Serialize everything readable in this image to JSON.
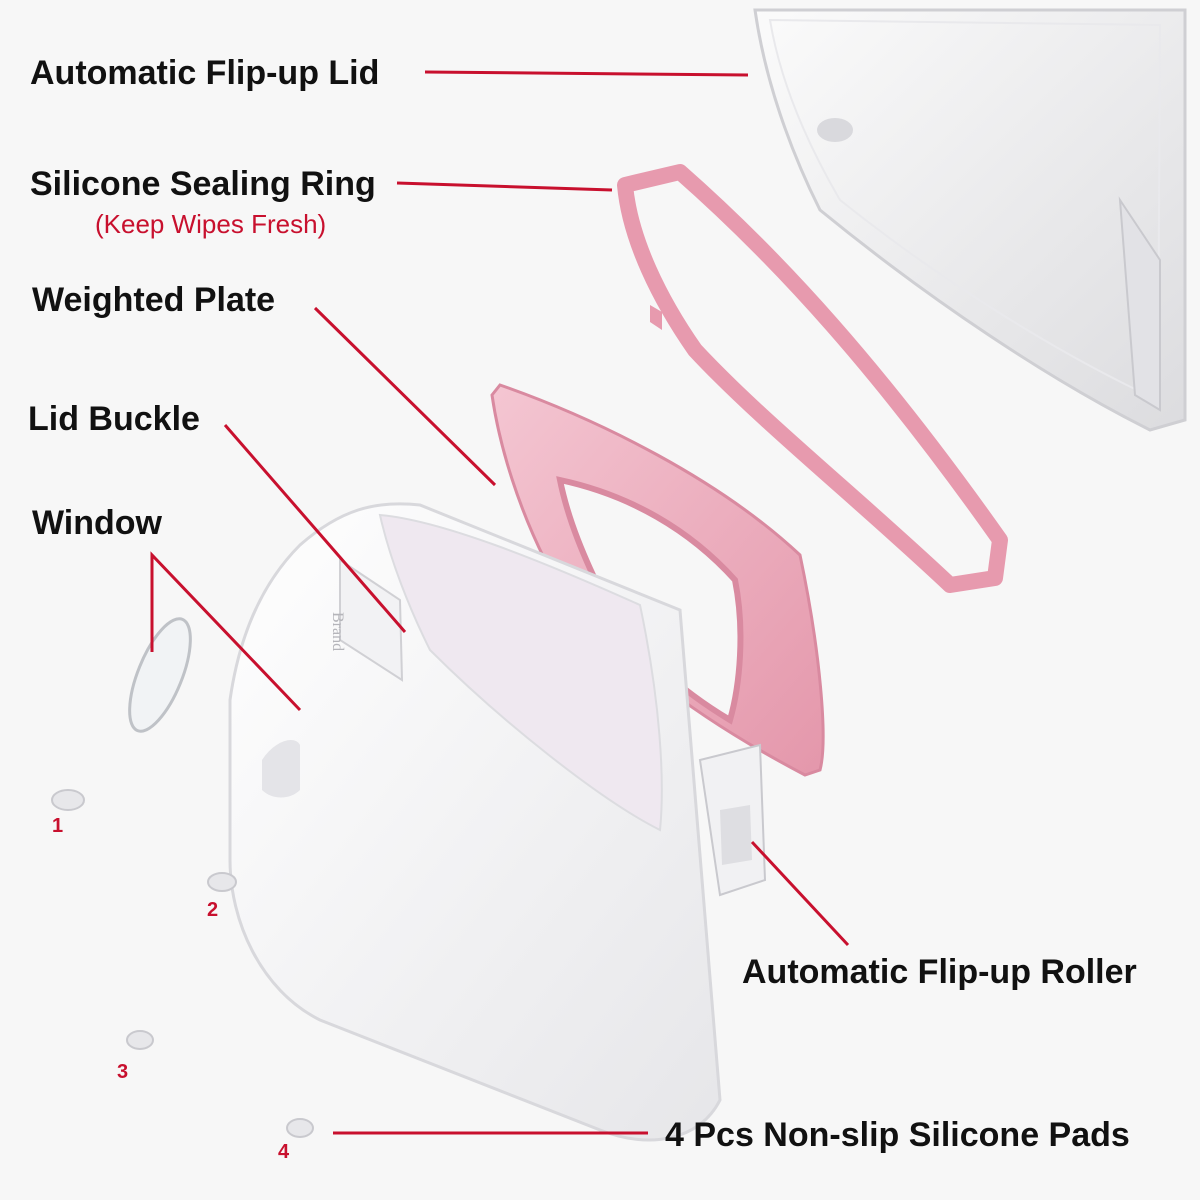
{
  "labels": {
    "lid": "Automatic Flip-up Lid",
    "ring": "Silicone Sealing Ring",
    "ring_note": "(Keep Wipes Fresh)",
    "plate": "Weighted Plate",
    "buckle": "Lid Buckle",
    "window": "Window",
    "roller": "Automatic Flip-up Roller",
    "pads": "4 Pcs Non-slip Silicone Pads"
  },
  "pad_numbers": [
    "1",
    "2",
    "3",
    "4"
  ],
  "brand_mark": "Brand",
  "colors": {
    "label_text": "#111111",
    "accent_red": "#c8102e",
    "pink": "#e8a3b6",
    "white_part": "#ffffff"
  }
}
